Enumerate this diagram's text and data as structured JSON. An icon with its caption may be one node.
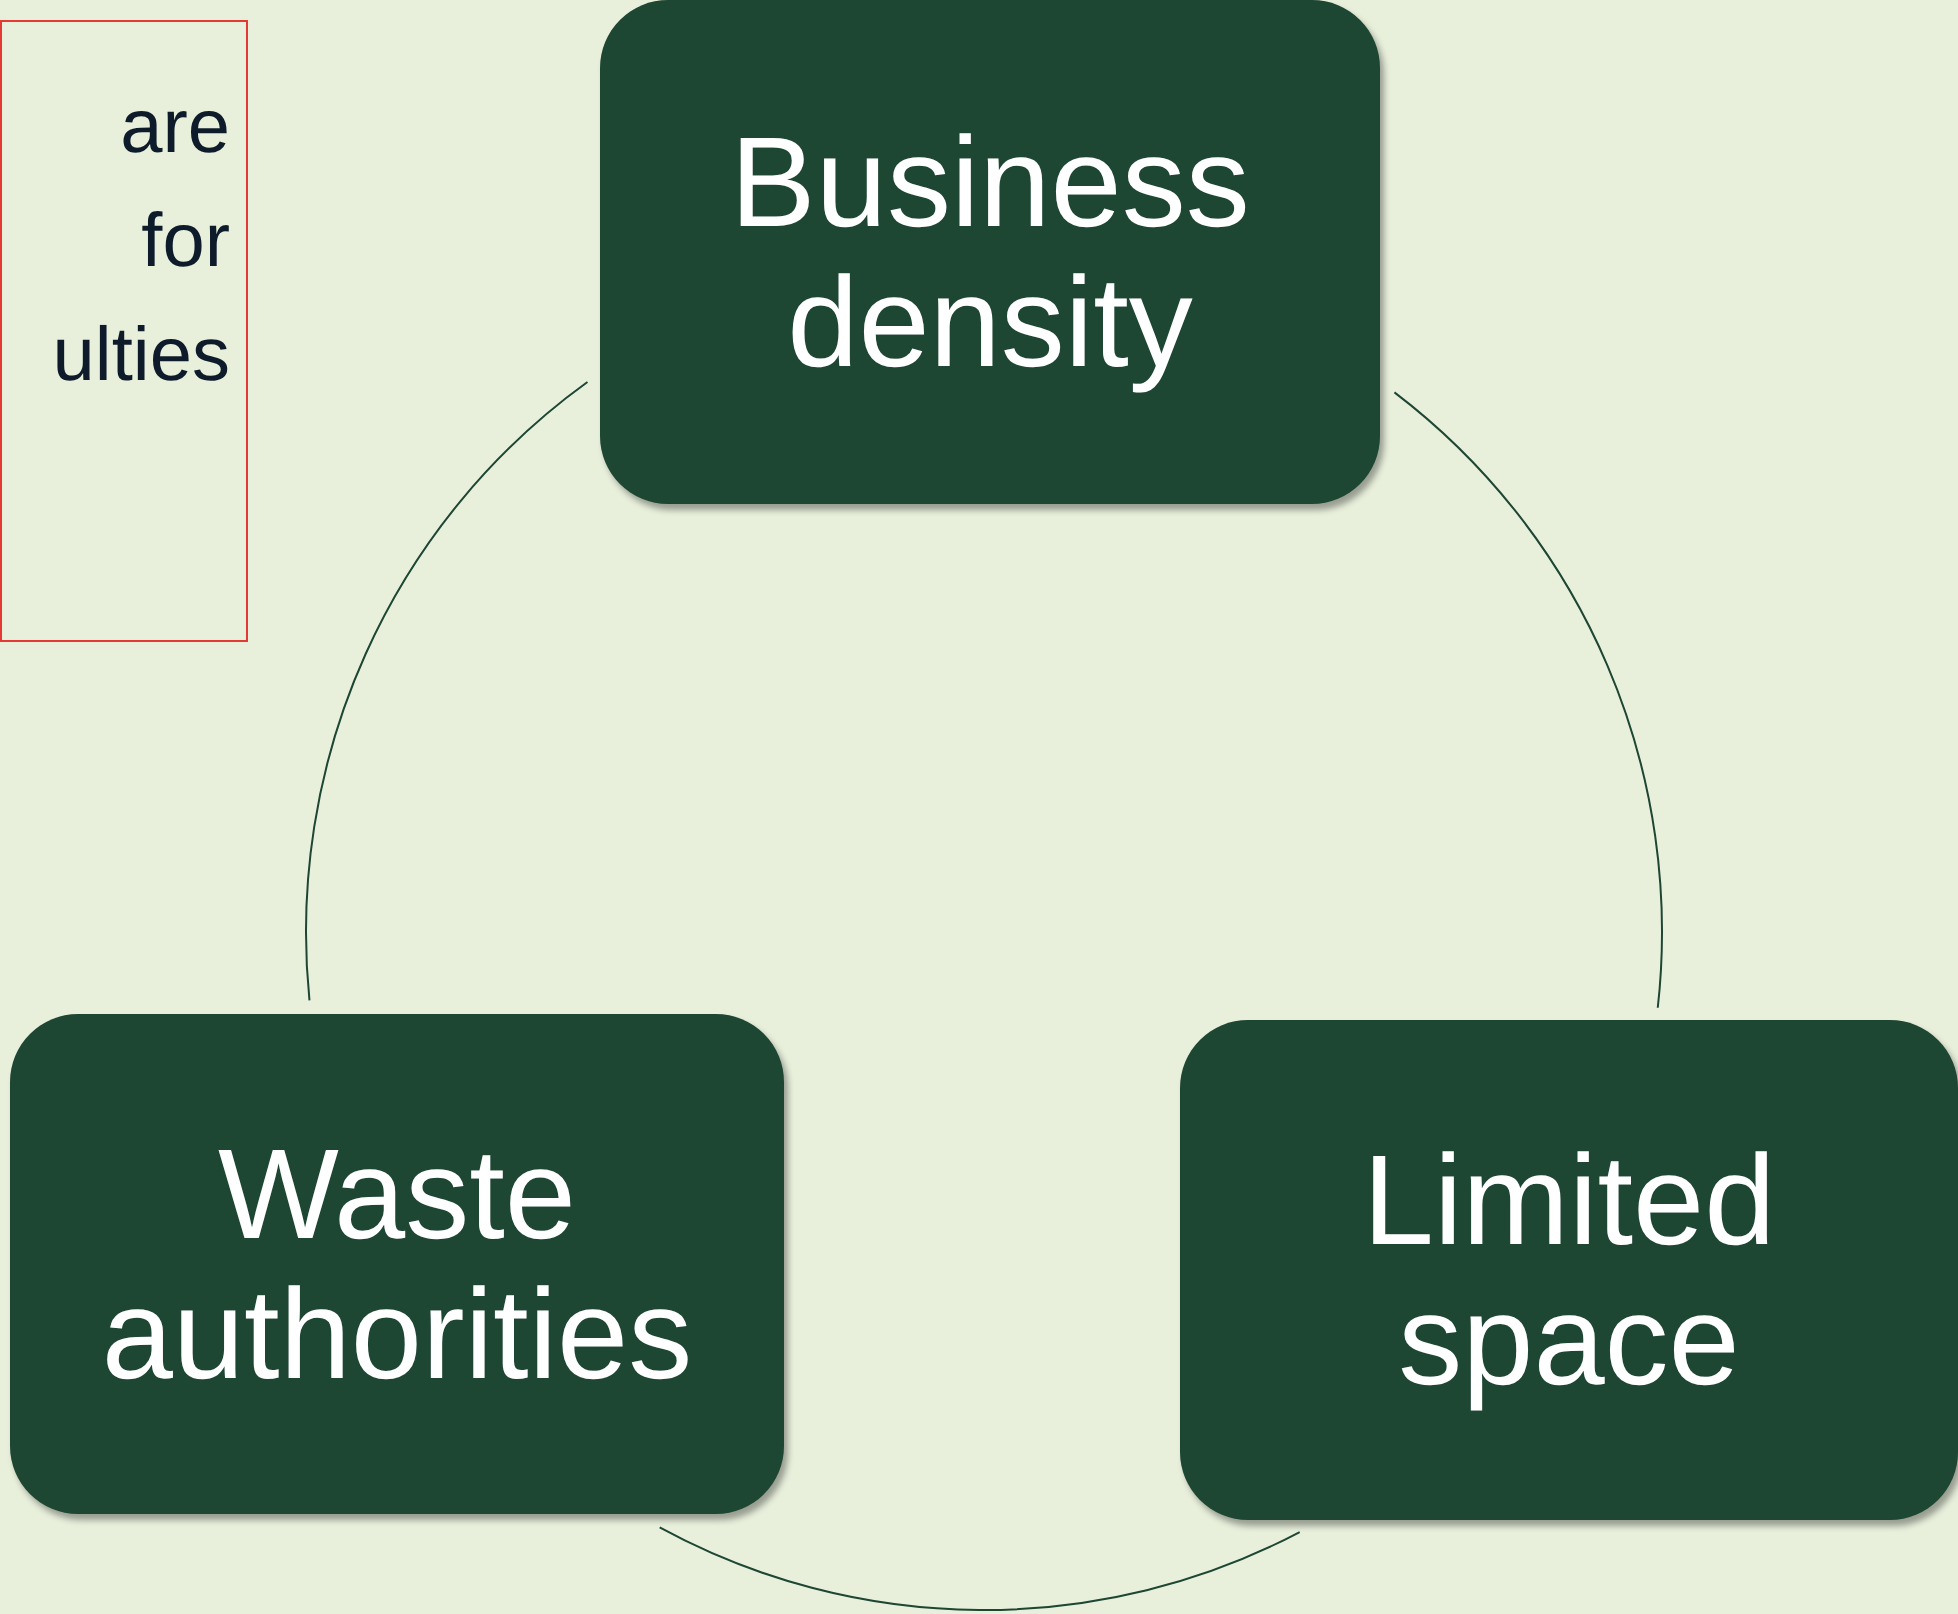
{
  "diagram": {
    "nodes": [
      {
        "text": [
          "are",
          "for",
          "ulties"
        ]
      },
      {
        "text": [
          "Business density"
        ]
      },
      {
        "text": [
          "Waste authorities"
        ]
      },
      {
        "text": [
          "Limited space"
        ]
      }
    ],
    "edges": [
      {
        "from": 1,
        "to": 2,
        "arrow": "none"
      },
      {
        "from": 2,
        "to": 3,
        "arrow": "none"
      },
      {
        "from": 3,
        "to": 1,
        "arrow": "none"
      }
    ]
  }
}
